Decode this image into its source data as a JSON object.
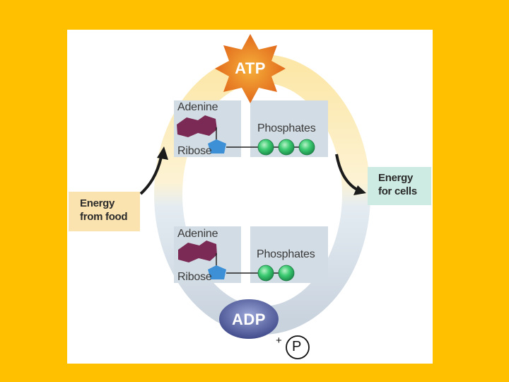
{
  "atp": {
    "label": "ATP"
  },
  "adp": {
    "label": "ADP"
  },
  "top_molecule": {
    "adenine": "Adenine",
    "ribose": "Ribose",
    "phosphates": "Phosphates",
    "phosphate_count": 3
  },
  "bottom_molecule": {
    "adenine": "Adenine",
    "ribose": "Ribose",
    "phosphates": "Phosphates",
    "phosphate_count": 2
  },
  "energy_in": {
    "line1": "Energy",
    "line2": "from food"
  },
  "energy_out": {
    "line1": "Energy",
    "line2": "for cells"
  },
  "released_phosphate": {
    "plus": "+",
    "symbol": "P"
  },
  "colors": {
    "background": "#FFC000",
    "energy_in_box": "#FBE3B0",
    "energy_out_box": "#CDEBE2",
    "adenine": "#7A2A55",
    "ribose": "#3D8FD6",
    "phosphate": "#34C86B",
    "atp_star": "#E8761E",
    "adp_oval": "#5F6BA7"
  }
}
